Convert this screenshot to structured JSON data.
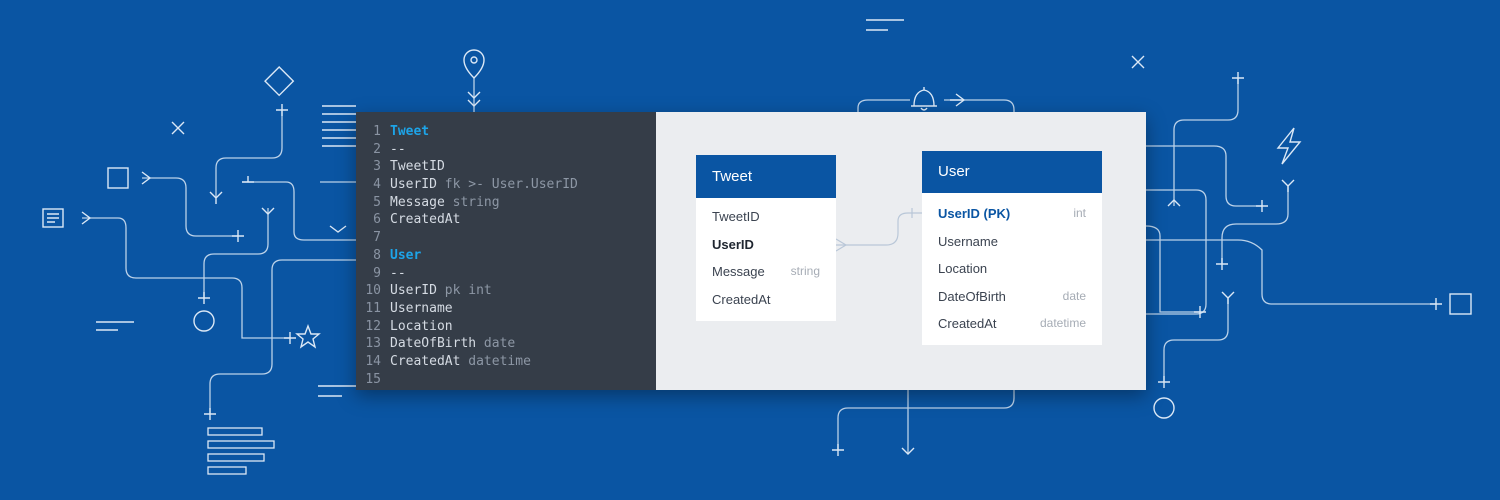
{
  "colors": {
    "background": "#0a55a3",
    "editor_bg": "#353d48",
    "table_keyword": "#1da4e8",
    "code_text": "#d5dbe3",
    "code_type": "#8d97a5",
    "diagram_bg": "#ebedf0",
    "table_header": "#0a55a3",
    "primary_key": "#0a55a3"
  },
  "editor": {
    "lines": [
      {
        "num": "1",
        "name": "Tweet",
        "type": "",
        "kind": "table"
      },
      {
        "num": "2",
        "name": "--",
        "type": "",
        "kind": "separator"
      },
      {
        "num": "3",
        "name": "TweetID",
        "type": "",
        "kind": "field"
      },
      {
        "num": "4",
        "name": "UserID",
        "type": "fk >- User.UserID",
        "kind": "field"
      },
      {
        "num": "5",
        "name": "Message",
        "type": "string",
        "kind": "field"
      },
      {
        "num": "6",
        "name": "CreatedAt",
        "type": "",
        "kind": "field"
      },
      {
        "num": "7",
        "name": "",
        "type": "",
        "kind": "blank"
      },
      {
        "num": "8",
        "name": "User",
        "type": "",
        "kind": "table"
      },
      {
        "num": "9",
        "name": "--",
        "type": "",
        "kind": "separator"
      },
      {
        "num": "10",
        "name": "UserID",
        "type": "pk int",
        "kind": "field"
      },
      {
        "num": "11",
        "name": "Username",
        "type": "",
        "kind": "field"
      },
      {
        "num": "12",
        "name": "Location",
        "type": "",
        "kind": "field"
      },
      {
        "num": "13",
        "name": "DateOfBirth",
        "type": "date",
        "kind": "field"
      },
      {
        "num": "14",
        "name": "CreatedAt",
        "type": "datetime",
        "kind": "field"
      },
      {
        "num": "15",
        "name": "",
        "type": "",
        "kind": "blank"
      }
    ]
  },
  "diagram": {
    "tweet_table": {
      "title": "Tweet",
      "fields": [
        {
          "name": "TweetID",
          "type": ""
        },
        {
          "name": "UserID",
          "type": ""
        },
        {
          "name": "Message",
          "type": "string"
        },
        {
          "name": "CreatedAt",
          "type": ""
        }
      ]
    },
    "user_table": {
      "title": "User",
      "fields": [
        {
          "name": "UserID (PK)",
          "type": "int"
        },
        {
          "name": "Username",
          "type": ""
        },
        {
          "name": "Location",
          "type": ""
        },
        {
          "name": "DateOfBirth",
          "type": "date"
        },
        {
          "name": "CreatedAt",
          "type": "datetime"
        }
      ]
    }
  }
}
